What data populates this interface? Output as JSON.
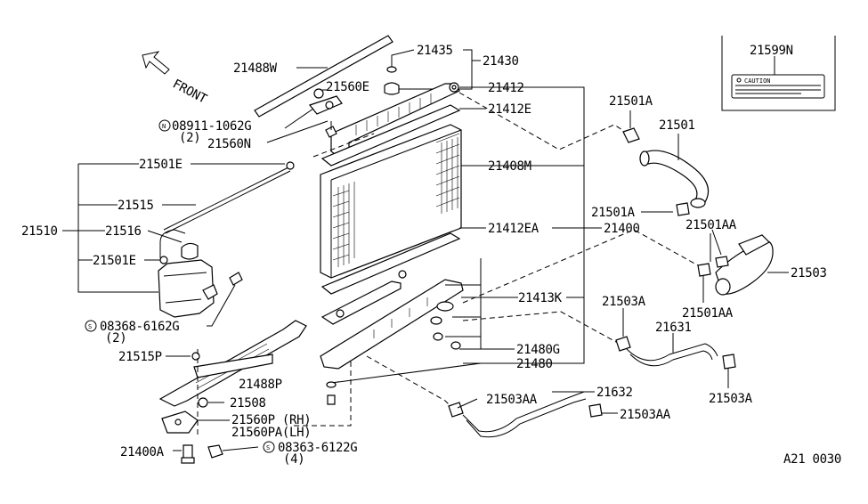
{
  "labels": {
    "p21488W": "21488W",
    "p21435": "21435",
    "p21430": "21430",
    "p21560E": "21560E",
    "p21412": "21412",
    "p21412E": "21412E",
    "p08911": "08911-1062G",
    "p08911q": "(2)",
    "p21560N": "21560N",
    "p21501E_top": "21501E",
    "p21408M": "21408M",
    "p21515": "21515",
    "p21510": "21510",
    "p21516": "21516",
    "p21412EA": "21412EA",
    "p21400": "21400",
    "p21501E_bot": "21501E",
    "p21413K": "21413K",
    "p08368": "08368-6162G",
    "p08368q": "(2)",
    "p21480G": "21480G",
    "p21480": "21480",
    "p21515P": "21515P",
    "p21488P": "21488P",
    "p21508": "21508",
    "p21560P": "21560P (RH)",
    "p21560PA": "21560PA(LH)",
    "p08363": "08363-6122G",
    "p08363q": "(4)",
    "p21400A": "21400A",
    "p21501A_top": "21501A",
    "p21501": "21501",
    "p21501A_mid": "21501A",
    "p21501AA_top": "21501AA",
    "p21503": "21503",
    "p21501AA_bot": "21501AA",
    "p21503A_top": "21503A",
    "p21631": "21631",
    "p21503A_bot": "21503A",
    "p21503AA_left": "21503AA",
    "p21632": "21632",
    "p21503AA_right": "21503AA",
    "p21599N": "21599N",
    "caution": "CAUTION",
    "front": "FRONT",
    "refcode": "A21 0030"
  },
  "icons": {
    "nut_prefix": "N",
    "screw_prefix": "S"
  }
}
